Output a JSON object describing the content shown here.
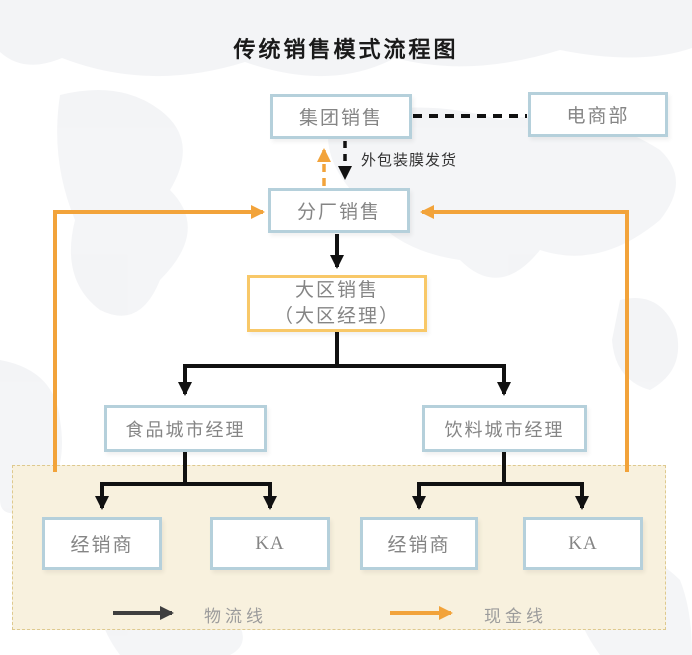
{
  "title": "传统销售模式流程图",
  "nodes": {
    "group_sales": {
      "label": "集团销售"
    },
    "ecommerce_dept": {
      "label": "电商部"
    },
    "branch_sales": {
      "label": "分厂销售"
    },
    "region_sales": {
      "label_line1": "大区销售",
      "label_line2": "（大区经理）"
    },
    "food_city_manager": {
      "label": "食品城市经理"
    },
    "beverage_city_manager": {
      "label": "饮料城市经理"
    },
    "distributor_left": {
      "label": "经销商"
    },
    "ka_left": {
      "label": "KA"
    },
    "distributor_right": {
      "label": "经销商"
    },
    "ka_right": {
      "label": "KA"
    }
  },
  "edge_label": "外包装膜发货",
  "legend": {
    "logistics_label": "物流线",
    "cash_label": "现金线"
  },
  "colors": {
    "node_border_blue": "#B5D0DB",
    "node_border_orange": "#F8C868",
    "cash_line_orange": "#F2A33A",
    "logistics_line_black": "#111111",
    "legend_arrow_dark": "#3F3F3F",
    "dealer_zone_background": "#F8F1DE",
    "dealer_zone_border": "#DEC98E",
    "node_text_gray": "#858585"
  }
}
